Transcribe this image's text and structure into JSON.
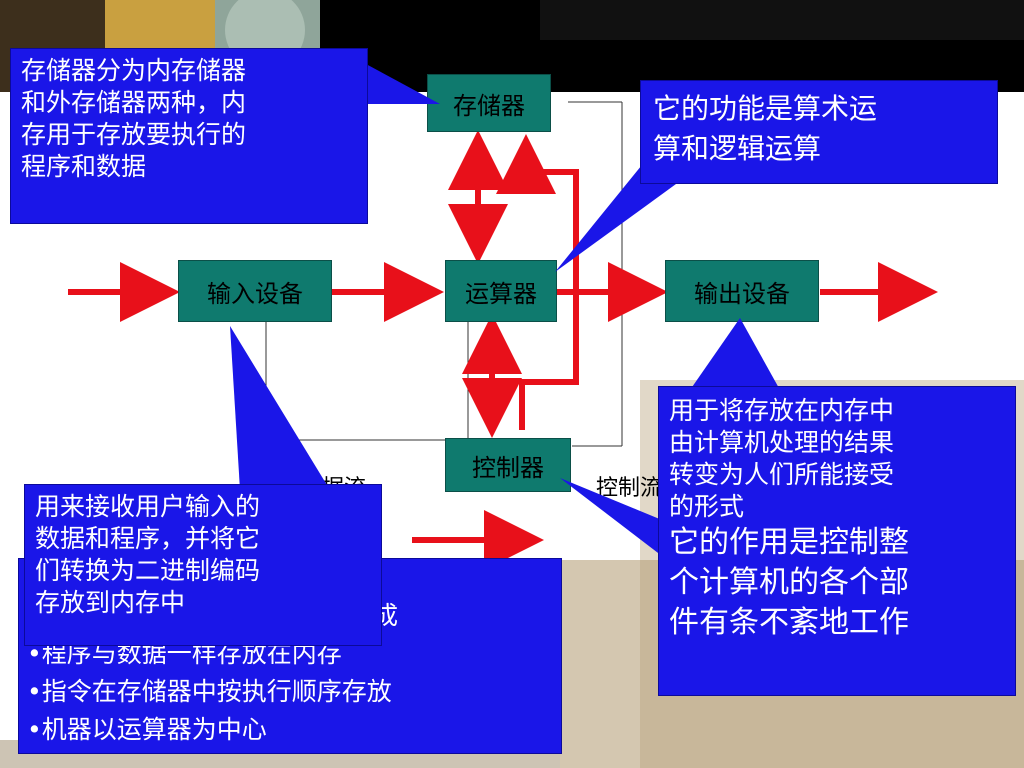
{
  "title": "2. 计算机五大件的功能",
  "nodes": {
    "memory": "存储器",
    "alu": "运算器",
    "input": "输入设备",
    "output": "输出设备",
    "control": "控制器"
  },
  "labels": {
    "data_flow": "数据流",
    "control_flow": "控制流"
  },
  "callouts": {
    "memory": [
      "存储器分为内存储器",
      "和外存储器两种，内",
      "存用于存放要执行的",
      "程序和数据"
    ],
    "alu": [
      "它的功能是算术运",
      "算和逻辑运算"
    ],
    "output": [
      "用于将存放在内存中",
      "由计算机处理的结果",
      "转变为人们所能接受",
      "的形式"
    ],
    "control": [
      "它的作用是控制整",
      "个计算机的各个部",
      "件有条不紊地工作"
    ],
    "input": [
      "用来接收用户输入的",
      "数据和程序，并将它",
      "们转换为二进制编码",
      "存放到内存中"
    ]
  },
  "bullets": {
    "partial_1": "成",
    "partial_2": "•程序与数据一样存放在内存",
    "item_1": "•指令在存储器中按执行顺序存放",
    "item_2": "•机器以运算器为中心"
  },
  "colors": {
    "node_fill": "#0f7a6e",
    "callout_fill": "#1a16e8",
    "arrow_red": "#e8101a"
  }
}
